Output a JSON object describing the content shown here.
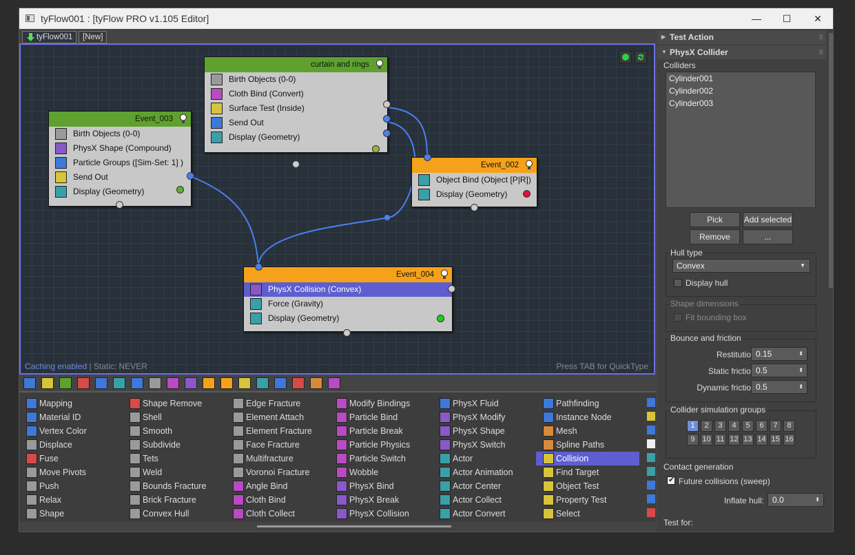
{
  "window": {
    "title": "tyFlow001 : [tyFlow PRO v1.105 Editor]",
    "min": "—",
    "max": "☐",
    "close": "✕"
  },
  "tabs": [
    {
      "label": "tyFlow001"
    },
    {
      "label": "[New]"
    }
  ],
  "graph": {
    "status_prefix": "Caching enabled",
    "status_suffix": " | Static: NEVER",
    "hint": "Press TAB for QuickType",
    "events": [
      {
        "name": "curtain and rings",
        "color": "#5fa12f",
        "ops": [
          "Birth Objects (0-0)",
          "Cloth Bind (Convert)",
          "Surface Test (Inside)",
          "Send Out",
          "Display (Geometry)"
        ]
      },
      {
        "name": "Event_003",
        "color": "#5fa12f",
        "ops": [
          "Birth Objects (0-0)",
          "PhysX Shape (Compound)",
          "Particle Groups ([Sim-Set: 1] )",
          "Send Out",
          "Display (Geometry)"
        ]
      },
      {
        "name": "Event_002",
        "color": "#f5a21a",
        "ops": [
          "Object Bind (Object [P|R])",
          "Display (Geometry)"
        ]
      },
      {
        "name": "Event_004",
        "color": "#f5a21a",
        "ops": [
          "PhysX Collision (Convex)",
          "Force (Gravity)",
          "Display (Geometry)"
        ]
      }
    ],
    "display_colors": {
      "event_003": "#5bb030",
      "curtain": "#9ab040",
      "event_002": "#e0103c",
      "event_004": "#1ed01e"
    }
  },
  "operators": [
    [
      "Mapping",
      "Material ID",
      "Vertex Color",
      "Displace",
      "Fuse",
      "Move Pivots",
      "Push",
      "Relax",
      "Shape"
    ],
    [
      "Shape Remove",
      "Shell",
      "Smooth",
      "Subdivide",
      "Tets",
      "Weld",
      "Bounds Fracture",
      "Brick Fracture",
      "Convex Hull"
    ],
    [
      "Edge Fracture",
      "Element Attach",
      "Element Fracture",
      "Face Fracture",
      "Multifracture",
      "Voronoi Fracture",
      "Angle Bind",
      "Cloth Bind",
      "Cloth Collect"
    ],
    [
      "Modify Bindings",
      "Particle Bind",
      "Particle Break",
      "Particle Physics",
      "Particle Switch",
      "Wobble",
      "PhysX Bind",
      "PhysX Break",
      "PhysX Collision"
    ],
    [
      "PhysX Fluid",
      "PhysX Modify",
      "PhysX Shape",
      "PhysX Switch",
      "Actor",
      "Actor Animation",
      "Actor Center",
      "Actor Collect",
      "Actor Convert"
    ],
    [
      "Pathfinding",
      "Instance Node",
      "Mesh",
      "Spline Paths",
      "Collision",
      "Find Target",
      "Object Test",
      "Property Test",
      "Select"
    ]
  ],
  "panel": {
    "rollouts": [
      "Test Action",
      "PhysX Collider"
    ],
    "colliders_label": "Colliders",
    "colliders": [
      "Cylinder001",
      "Cylinder002",
      "Cylinder003"
    ],
    "buttons": {
      "pick": "Pick",
      "add_selected": "Add selected",
      "remove": "Remove",
      "more": "..."
    },
    "hull_type_label": "Hull type",
    "hull_type": "Convex",
    "display_hull": "Display hull",
    "shape_dimensions": "Shape dimensions",
    "fit_bounding_box": "Fit bounding box",
    "bounce_friction": "Bounce and friction",
    "restitution_label": "Restitution:",
    "restitution": "0.15",
    "static_friction_label": "Static friction:",
    "static_friction": "0.5",
    "dynamic_friction_label": "Dynamic friction:",
    "dynamic_friction": "0.5",
    "sim_groups_label": "Collider simulation groups",
    "sim_groups": [
      "1",
      "2",
      "3",
      "4",
      "5",
      "6",
      "7",
      "8",
      "9",
      "10",
      "11",
      "12",
      "13",
      "14",
      "15",
      "16"
    ],
    "contact_generation": "Contact generation",
    "future_collisions": "Future collisions (sweep)",
    "inflate_hull_label": "Inflate hull:",
    "inflate_hull": "0.0",
    "test_for": "Test for:"
  }
}
